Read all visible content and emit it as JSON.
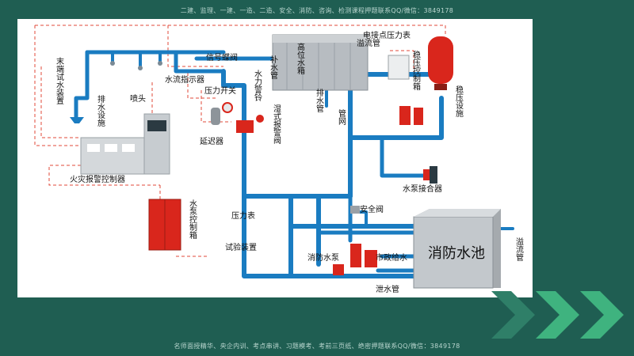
{
  "header_text": "二建、监理、一建、一造、二造、安全、消防、咨询、检测课程押题联系QQ/微信：3849178",
  "footer_text": "名师面授精华、央企内训、考点串讲、习题模考、考前三页纸、绝密押题联系QQ/微信：3849178",
  "labels": {
    "end_test": "末端试水装置",
    "drain_facility": "排水设施",
    "sprinkler": "喷头",
    "flow_indicator": "水流指示器",
    "signal_valve": "信号蝶阀",
    "pressure_switch": "压力开关",
    "water_gong": "水力警铃",
    "delay_device": "延迟器",
    "wet_alarm_valve": "湿式报警阀",
    "refill_pipe": "补水管",
    "high_tank": "高位水箱",
    "drain_pipe": "排水管",
    "pipe_network": "管网",
    "ekg_gauge": "电接点压力表",
    "overflow_pipe_top": "溢流管",
    "stab_control_box": "稳压控制箱",
    "stab_facility": "稳压设施",
    "fire_alarm_controller": "火灾报警控制器",
    "pump_adapter": "水泵接合器",
    "pump_control_box": "水泵控制箱",
    "pressure_gauge": "压力表",
    "test_device": "试验装置",
    "safety_valve": "安全阀",
    "fire_pump": "消防水泵",
    "municipal_supply": "市政给水",
    "fire_pool": "消防水池",
    "overflow_pipe_right": "溢流管",
    "discharge_pipe": "泄水管"
  },
  "colors": {
    "pipe": "#1a7cc1",
    "signal_line": "#e04a3a",
    "background": "#1f5e52",
    "panel": "#ffffff",
    "pump_red": "#d9261c",
    "arrow_green": "#3fb37f"
  }
}
